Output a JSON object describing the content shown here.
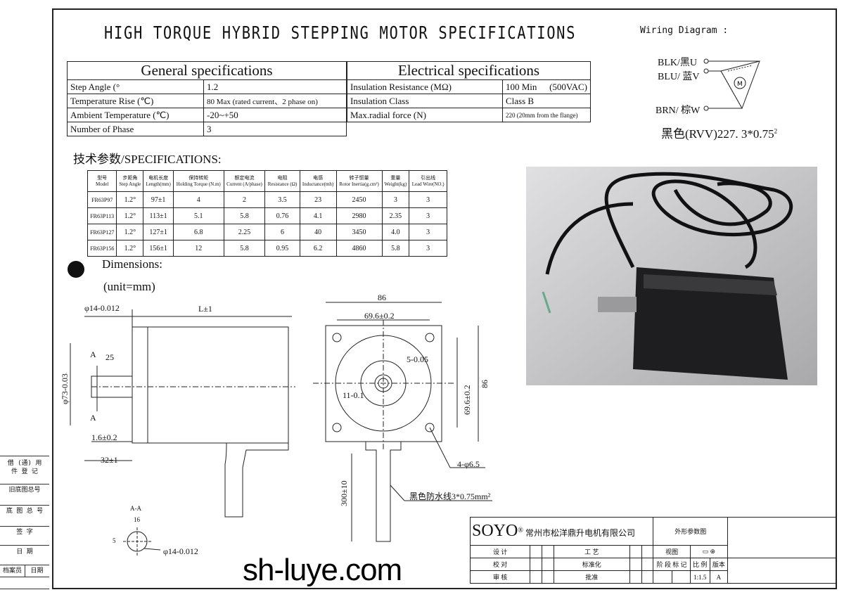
{
  "title": "HIGH TORQUE HYBRID STEPPING MOTOR SPECIFICATIONS",
  "general": {
    "header": "General specifications",
    "rows": [
      {
        "label": "Step Angle (°",
        "value": "1.2"
      },
      {
        "label": "Temperature Rise (℃)",
        "value": "80 Max (rated current、2 phase on)"
      },
      {
        "label": "Ambient Temperature (℃)",
        "value": "-20~+50"
      },
      {
        "label": "Number of Phase",
        "value": "3"
      }
    ]
  },
  "electrical": {
    "header": "Electrical specifications",
    "rows": [
      {
        "label": "Insulation Resistance (MΩ)",
        "value": "100 Min",
        "extra": "(500VAC)"
      },
      {
        "label": "Insulation Class",
        "value": "Class B",
        "extra": ""
      },
      {
        "label": "Max.radial force (N)",
        "value": "220  (20mm from the flange)",
        "extra": ""
      }
    ]
  },
  "wiring": {
    "title": "Wiring Diagram :",
    "wires": [
      "BLK/黑U",
      "BLU/ 蓝V",
      "BRN/ 棕W"
    ],
    "motor_symbol": "M",
    "cable": "黑色(RVV)227. 3*0.75",
    "cable_sup": "2"
  },
  "specs": {
    "title": "技术参数/SPECIFICATIONS:",
    "headers": [
      [
        "型号",
        "Model"
      ],
      [
        "步距角",
        "Step Angle"
      ],
      [
        "电机长度",
        "Length(mm)"
      ],
      [
        "保持转矩",
        "Holding Torque (N.m)"
      ],
      [
        "额定电流",
        "Current (A/phase)"
      ],
      [
        "电阻",
        "Resistance (Ω)"
      ],
      [
        "电感",
        "Inductance(mh)"
      ],
      [
        "转子惯量",
        "Rotor Inertia(g.cm²)"
      ],
      [
        "重量",
        "Weight(kg)"
      ],
      [
        "引出线",
        "Lead Wire(NO.)"
      ]
    ],
    "rows": [
      [
        "FR63P97",
        "1.2°",
        "97±1",
        "4",
        "2",
        "3.5",
        "23",
        "2450",
        "3",
        "3"
      ],
      [
        "FR63P113",
        "1.2°",
        "113±1",
        "5.1",
        "5.8",
        "0.76",
        "4.1",
        "2980",
        "2.35",
        "3"
      ],
      [
        "FR63P127",
        "1.2°",
        "127±1",
        "6.8",
        "2.25",
        "6",
        "40",
        "3450",
        "4.0",
        "3"
      ],
      [
        "FR63P156",
        "1.2°",
        "156±1",
        "12",
        "5.8",
        "0.95",
        "6.2",
        "4860",
        "5.8",
        "3"
      ]
    ]
  },
  "dimensions": {
    "title": "Dimensions:",
    "unit": "(unit=mm)",
    "shaft_dia": "φ14-0.012",
    "length": "L±1",
    "key": "25",
    "section_a": "A",
    "flange_dia": "φ73-0.03",
    "flange_thk": "1.6±0.2",
    "shaft_len": "32±1",
    "width": "86",
    "bolt_span": "69.6±0.2",
    "bolt_span_v": "69.6±0.2",
    "height": "86",
    "key_w": "5-0.05",
    "flat": "11-0.1",
    "holes": "4-φ6.5",
    "lead_len": "300±10",
    "lead_note": "黑色防水线3*0.75mm²",
    "section_title": "A-A",
    "section_w": "16",
    "section_h": "5",
    "section_dia": "φ14-0.012"
  },
  "title_block": {
    "brand": "SOYO",
    "company": "常州市松洋鼎升电机有限公司",
    "drawing_name": "外形参数图",
    "design": "设 计",
    "check": "校 对",
    "review": "审 核",
    "process": "工 艺",
    "standard": "标准化",
    "approve": "批准",
    "view": "视图",
    "stage": "阶 段 标 记",
    "scale_label": "比 例",
    "version_label": "版本",
    "scale": "1:1.5",
    "version": "A"
  },
  "side_stub": [
    "借 (通) 用 件 登 记",
    "旧底图总号",
    "底 图 总 号",
    "签    字",
    "日    期",
    "档案员",
    "日期"
  ],
  "watermark": "sh-luye.com"
}
